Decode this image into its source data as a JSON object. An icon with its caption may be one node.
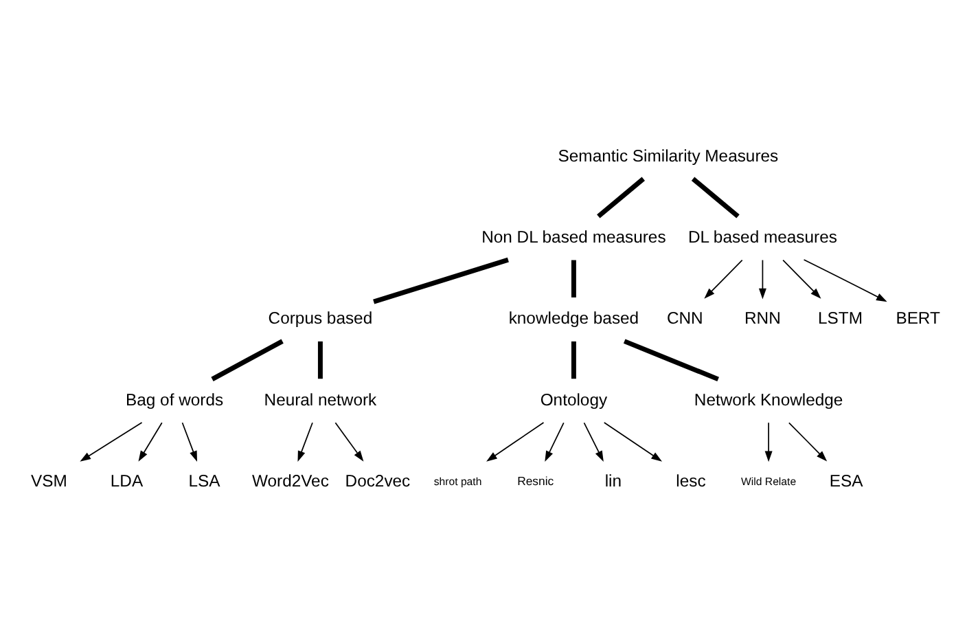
{
  "diagram": {
    "nodes": [
      {
        "text": [
          "Semantic Similarity Measures"
        ]
      },
      {
        "text": [
          "Non DL based measures"
        ]
      },
      {
        "text": [
          "DL based measures"
        ]
      },
      {
        "text": [
          "Corpus based"
        ]
      },
      {
        "text": [
          "knowledge based"
        ]
      },
      {
        "text": [
          "CNN"
        ]
      },
      {
        "text": [
          "RNN"
        ]
      },
      {
        "text": [
          "LSTM"
        ]
      },
      {
        "text": [
          "BERT"
        ]
      },
      {
        "text": [
          "Bag of words"
        ]
      },
      {
        "text": [
          "Neural network"
        ]
      },
      {
        "text": [
          "Ontology"
        ]
      },
      {
        "text": [
          "Network Knowledge"
        ]
      },
      {
        "text": [
          "VSM"
        ]
      },
      {
        "text": [
          "LDA"
        ]
      },
      {
        "text": [
          "LSA"
        ]
      },
      {
        "text": [
          "Word2Vec"
        ]
      },
      {
        "text": [
          "Doc2vec"
        ]
      },
      {
        "text": [
          "shrot path"
        ]
      },
      {
        "text": [
          "Resnic"
        ]
      },
      {
        "text": [
          "lin"
        ]
      },
      {
        "text": [
          "lesc"
        ]
      },
      {
        "text": [
          "Wild Relate"
        ]
      },
      {
        "text": [
          "ESA"
        ]
      }
    ],
    "edges": [
      {
        "from": 0,
        "to": 1,
        "arrow": "none",
        "style": "thick"
      },
      {
        "from": 0,
        "to": 2,
        "arrow": "none",
        "style": "thick"
      },
      {
        "from": 2,
        "to": 5,
        "arrow": "to"
      },
      {
        "from": 2,
        "to": 6,
        "arrow": "to"
      },
      {
        "from": 2,
        "to": 7,
        "arrow": "to"
      },
      {
        "from": 2,
        "to": 8,
        "arrow": "to"
      },
      {
        "from": 1,
        "to": 3,
        "arrow": "none",
        "style": "thick"
      },
      {
        "from": 1,
        "to": 4,
        "arrow": "none",
        "style": "thick"
      },
      {
        "from": 3,
        "to": 9,
        "arrow": "none",
        "style": "thick"
      },
      {
        "from": 3,
        "to": 10,
        "arrow": "none",
        "style": "thick"
      },
      {
        "from": 4,
        "to": 11,
        "arrow": "none",
        "style": "thick"
      },
      {
        "from": 4,
        "to": 12,
        "arrow": "none",
        "style": "thick"
      },
      {
        "from": 9,
        "to": 13,
        "arrow": "to"
      },
      {
        "from": 9,
        "to": 14,
        "arrow": "to"
      },
      {
        "from": 9,
        "to": 15,
        "arrow": "to"
      },
      {
        "from": 10,
        "to": 16,
        "arrow": "to"
      },
      {
        "from": 10,
        "to": 17,
        "arrow": "to"
      },
      {
        "from": 11,
        "to": 18,
        "arrow": "to"
      },
      {
        "from": 11,
        "to": 19,
        "arrow": "to"
      },
      {
        "from": 11,
        "to": 20,
        "arrow": "to"
      },
      {
        "from": 11,
        "to": 21,
        "arrow": "to"
      },
      {
        "from": 12,
        "to": 22,
        "arrow": "to"
      },
      {
        "from": 12,
        "to": 23,
        "arrow": "to"
      }
    ]
  }
}
